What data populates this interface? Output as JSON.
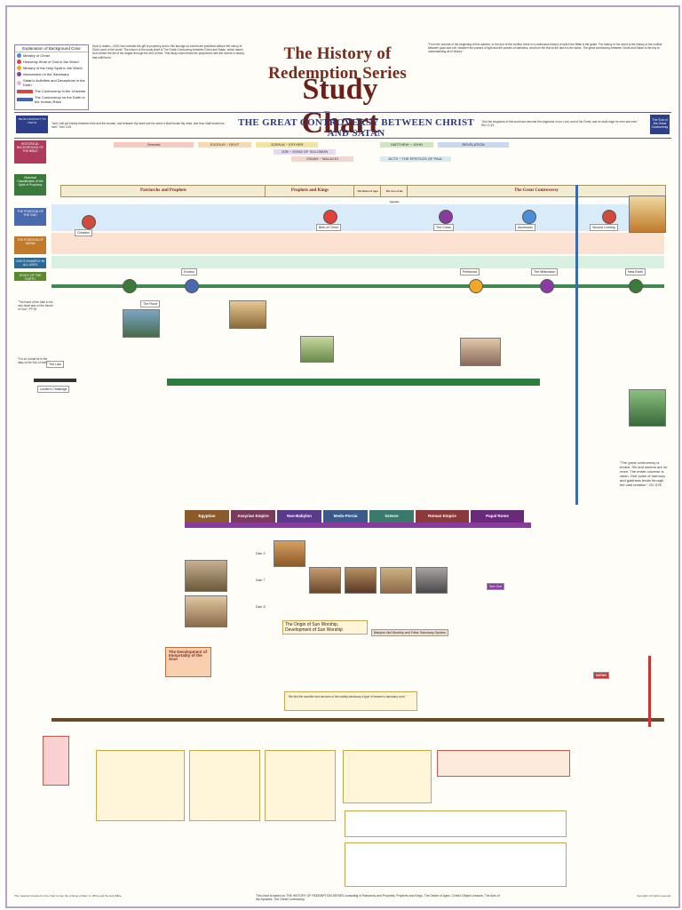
{
  "header": {
    "series_title": "The History of Redemption Series",
    "study_title": "Study Chart",
    "intro": "Dear & reader—GOD has invested His gift of prophecy and in this last age so events are predicted without the mercy of God's word of the world. The lesson of the study chart is The Great Controversy between Christ and Satan, which traces from before the fall of the angels through the end of time. This study chart shows the prophecies with the events in history that fulfill them.",
    "intro_right": "\"From the records of the beginning of this warfare, to the end of the conflict, there is a continuous history of which the Bible is the guide. The history of the world is the history of the conflict between good and evil, between the powers of light and the powers of darkness, and from the first to the last it is the same. The great controversy between Christ and Satan is the key to understanding all of history.\""
  },
  "legend": {
    "title": "Explanation of Background Color",
    "items": [
      {
        "label": "Ministry of Christ",
        "color": "#4a8fd6"
      },
      {
        "label": "Heavenly Work of God in the World",
        "color": "#e0423a"
      },
      {
        "label": "Ministry of the Holy Spirit in the World",
        "color": "#f5a623"
      },
      {
        "label": "Intercession in the Sanctuary",
        "color": "#8b3aa6"
      },
      {
        "label": "Satan's Activities and Deceptions in the Earth",
        "color": "#e3b6d9"
      }
    ],
    "bars": [
      {
        "label": "The Controversy in the Universe",
        "color": "#d24a3a"
      },
      {
        "label": "The Controversy on the Earth in the Human Race",
        "color": "#3a6ab0"
      }
    ]
  },
  "banner": {
    "title": "THE GREAT CONTROVERSY BETWEEN CHRIST AND SATAN",
    "left_box": "TRUTH HOSTILITY TO TRUTH",
    "right_box": "The End of the Great Controversy",
    "quote_left": "\"And I will put enmity between thee and the woman, and between thy seed and her seed; it shall bruise thy head, and thou shalt bruise his heel.\" Gen 3:15",
    "quote_right": "\"And the kingdoms of this world are become the kingdoms of our Lord, and of his Christ; and he shall reign for ever and ever.\" Rev 11:15"
  },
  "side_labels": [
    {
      "label": "HISTORICAL BACKGROUND OF THE BIBLE",
      "color": "#b03a5a"
    },
    {
      "label": "Historical Classification of the Spirit of Prophecy",
      "color": "#3a7a3a"
    },
    {
      "label": "THE POSITION OF THE GOD",
      "color": "#4a6ab0"
    },
    {
      "label": "THE POSITION OF SATAN",
      "color": "#c07a2a"
    },
    {
      "label": "GOD'S EXAMPLE IN ALL AGES",
      "color": "#2a6a9a"
    },
    {
      "label": "STUDY OF THE EARTH",
      "color": "#5a8a2a"
    }
  ],
  "eras": {
    "genesis": "Genesis",
    "exodus_deut": "EXODUS ~ DEUT",
    "joshua_esther": "JOSHUA ~ ESTHER",
    "matthew_john": "MATTHEW ~ JOHN",
    "revelation": "REVELATION",
    "acts": "ACTS ~ THE EPISTLES OF PAUL",
    "job_songs": "JOB ~ SONG OF SOLOMON",
    "isaiah_malachi": "ISAIAH ~ MALACHI",
    "patriarchs": "Patriarchs and Prophets",
    "prophets_kings": "Prophets and Kings",
    "desire_ages": "The Desire of Ages",
    "acts_apostles": "The Acts of the Apostles",
    "great_controversy": "The Great Controversy"
  },
  "timeline_labels": {
    "creation": "Creation",
    "flood": "The Flood",
    "exodus": "Exodus",
    "birth": "Birth of Christ",
    "cross": "The Cross",
    "ascension": "Ascension",
    "pentecost": "Pentecost",
    "second_coming": "Second Coming",
    "millennium": "The Millennium",
    "new_earth": "New Earth",
    "lucifers_challenge": "Lucifer's Challenge",
    "the_law": "The Law",
    "satan": "SATAN",
    "sun_god": "Sun God"
  },
  "kingdoms": [
    {
      "label": "Egyptian",
      "color": "#8a5a2a"
    },
    {
      "label": "Assyrian Empire",
      "color": "#7a3a5a"
    },
    {
      "label": "Neo-Babylon",
      "color": "#5a3a8a"
    },
    {
      "label": "Medo-Persia",
      "color": "#3a5a8a"
    },
    {
      "label": "Greece",
      "color": "#3a7a6a"
    },
    {
      "label": "Roman Empire",
      "color": "#8a3a3a"
    },
    {
      "label": "Papal Rome",
      "color": "#6a2a7a"
    }
  ],
  "dan_labels": [
    "Dan 2",
    "Dan 7",
    "Dan 8"
  ],
  "middle": {
    "sun_worship_title": "The Origin of Sun Worship, Development of Sun Worship",
    "babylon_worship": "Babylon Idol Worship and False Sanctuary System",
    "immortality_title": "The Development of Immortality of the Soul",
    "sanctuary_quote": "\"We find the sacrifice and services of the earthly sanctuary a type of heaven's sanctuary work.\""
  },
  "footer": {
    "left": "The material contained in the chart is from the writings of Ellen G. White and the Holy Bible.",
    "center": "This chart is based on THE HISTORY OF REDEMPTION SERIES consisting of Patriarchs and Prophets, Prophets and Kings, The Desire of Ages, Christ's Object Lessons, The Acts of the Apostles, The Great Controversy.",
    "right": "Copyright. All rights reserved."
  },
  "side_notes": {
    "left_quote": "\"The leave of the hate in his own heart and on the throne of God.\" PP 35",
    "left_quote2": "\"For so it shall be in the days of the Son of man.\"",
    "right_quote": "\"The great controversy is ended. Sin and sinners are no more. The entire universe is clean. One pulse of harmony and gladness beats through the vast creation.\" GC 678"
  }
}
